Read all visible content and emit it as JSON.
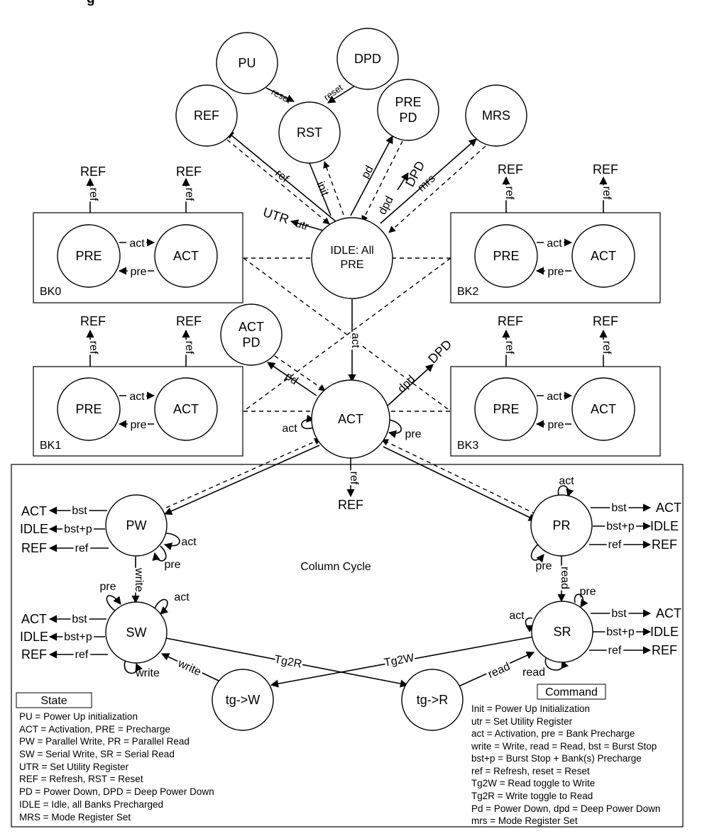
{
  "title_fragment": "g",
  "nodes": {
    "pu": "PU",
    "dpd_top": "DPD",
    "ref_top": "REF",
    "rst": "RST",
    "prepd_1": "PRE",
    "prepd_2": "PD",
    "mrs": "MRS",
    "idle_1": "IDLE: All",
    "idle_2": "PRE",
    "act_main": "ACT",
    "actpd_1": "ACT",
    "actpd_2": "PD",
    "pw": "PW",
    "pr": "PR",
    "sw": "SW",
    "sr": "SR",
    "tgw": "tg->W",
    "tgr": "tg->R",
    "pre": "PRE",
    "act": "ACT"
  },
  "banks": [
    "BK0",
    "BK1",
    "BK2",
    "BK3"
  ],
  "edge_labels": {
    "reset": "reset",
    "ref": "ref",
    "init": "init",
    "pd": "pd",
    "dpd": "dpd",
    "mrs": "mrs",
    "utr": "utr",
    "act": "act",
    "pre": "pre",
    "bst": "bst",
    "bstp": "bst+p",
    "write": "write",
    "read": "read",
    "tg2r": "Tg2R",
    "tg2w": "Tg2W"
  },
  "targets": {
    "ref": "REF",
    "act": "ACT",
    "idle": "IDLE",
    "dpd": "DPD",
    "utr": "UTR"
  },
  "column_cycle": "Column Cycle",
  "legend_state": {
    "header": "State",
    "items": [
      "PU = Power Up initialization",
      "ACT = Activation, PRE = Precharge",
      "PW = Parallel Write, PR = Parallel Read",
      "SW = Serial Write, SR = Serial Read",
      "UTR = Set Utility Register",
      "REF = Refresh, RST = Reset",
      "PD = Power Down, DPD = Deep Power Down",
      "IDLE = Idle, all Banks Precharged",
      "MRS = Mode Register Set"
    ]
  },
  "legend_command": {
    "header": "Command",
    "items": [
      "Init = Power Up Initialization",
      "utr = Set Utility Register",
      "act = Activation, pre = Bank Precharge",
      "write = Write, read = Read, bst = Burst Stop",
      "bst+p = Burst Stop + Bank(s) Precharge",
      "ref = Refresh, reset = Reset",
      "Tg2W = Read toggle to Write",
      "Tg2R = Write toggle to Read",
      "Pd = Power Down, dpd = Deep Power Down",
      "mrs = Mode Register Set"
    ]
  }
}
